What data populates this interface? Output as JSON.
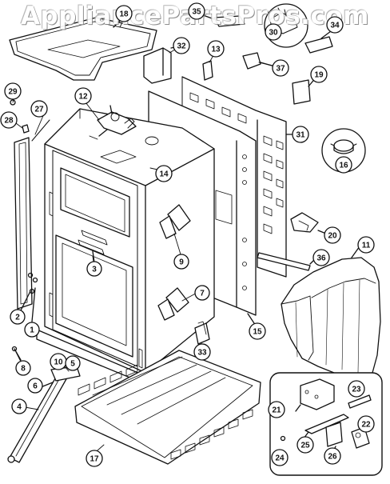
{
  "watermark": "AppliancePartsPros.com",
  "callouts": [
    {
      "id": "c18",
      "label": "18"
    },
    {
      "id": "c35",
      "label": "35"
    },
    {
      "id": "c30",
      "label": "30"
    },
    {
      "id": "c34",
      "label": "34"
    },
    {
      "id": "c32",
      "label": "32"
    },
    {
      "id": "c13",
      "label": "13"
    },
    {
      "id": "c37",
      "label": "37"
    },
    {
      "id": "c19",
      "label": "19"
    },
    {
      "id": "c29",
      "label": "29"
    },
    {
      "id": "c12",
      "label": "12"
    },
    {
      "id": "c27",
      "label": "27"
    },
    {
      "id": "c28",
      "label": "28"
    },
    {
      "id": "c14",
      "label": "14"
    },
    {
      "id": "c31",
      "label": "31"
    },
    {
      "id": "c16",
      "label": "16"
    },
    {
      "id": "c9",
      "label": "9"
    },
    {
      "id": "c20",
      "label": "20"
    },
    {
      "id": "c11",
      "label": "11"
    },
    {
      "id": "c3",
      "label": "3"
    },
    {
      "id": "c36",
      "label": "36"
    },
    {
      "id": "c7",
      "label": "7"
    },
    {
      "id": "c2",
      "label": "2"
    },
    {
      "id": "c1",
      "label": "1"
    },
    {
      "id": "c15",
      "label": "15"
    },
    {
      "id": "c33",
      "label": "33"
    },
    {
      "id": "c10",
      "label": "10"
    },
    {
      "id": "c8",
      "label": "8"
    },
    {
      "id": "c5",
      "label": "5"
    },
    {
      "id": "c6",
      "label": "6"
    },
    {
      "id": "c4",
      "label": "4"
    },
    {
      "id": "c17",
      "label": "17"
    },
    {
      "id": "c21",
      "label": "21"
    },
    {
      "id": "c23",
      "label": "23"
    },
    {
      "id": "c22",
      "label": "22"
    },
    {
      "id": "c25",
      "label": "25"
    },
    {
      "id": "c24",
      "label": "24"
    },
    {
      "id": "c26",
      "label": "26"
    }
  ]
}
